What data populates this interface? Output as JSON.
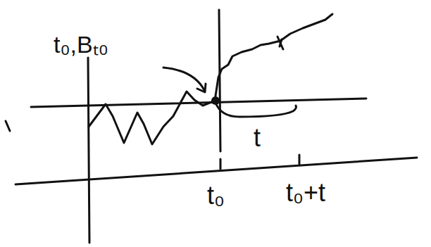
{
  "diagram": {
    "labels": [
      "t₀,Bₜ₀",
      "t",
      "t₀",
      "t₀+t"
    ]
  }
}
